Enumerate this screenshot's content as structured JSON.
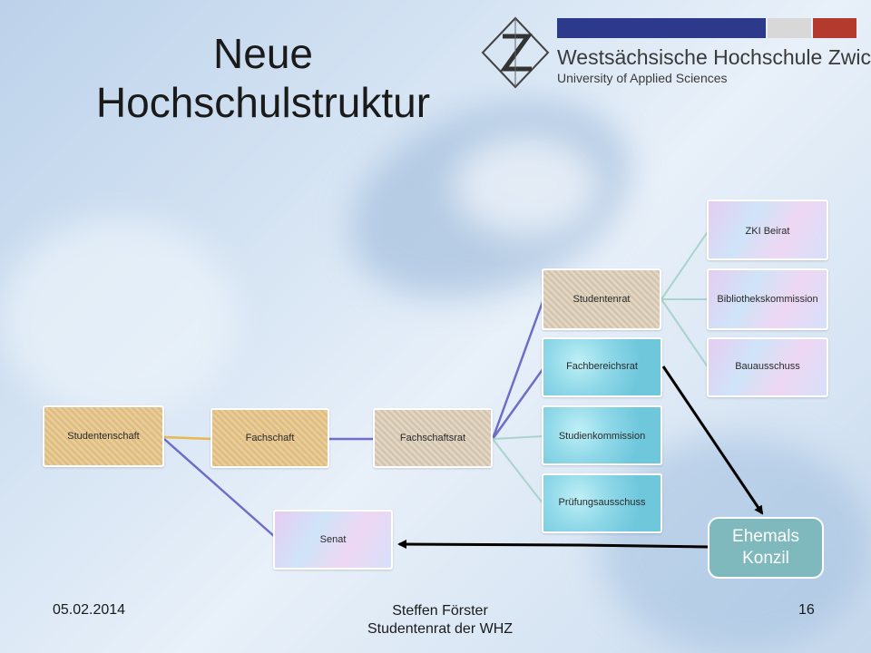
{
  "title": "Neue Hochschulstruktur",
  "logo": {
    "name": "Westsächsische Hochschule Zwickau",
    "subtitle": "University of Applied Sciences",
    "colors": {
      "bar_blue": "#2d3a8c",
      "bar_gray": "#d8d8d8",
      "bar_red": "#b43a2e"
    }
  },
  "nodes": {
    "studentenschaft": "Studentenschaft",
    "fachschaft": "Fachschaft",
    "fachschaftsrat": "Fachschaftsrat",
    "studentenrat": "Studentenrat",
    "fachbereichsrat": "Fachbereichsrat",
    "studienkommission": "Studienkommission",
    "pruefungsausschuss": "Prüfungsausschuss",
    "zki_beirat": "ZKI Beirat",
    "bibliothekskommission": "Bibliothekskommission",
    "bauausschuss": "Bauausschuss",
    "senat": "Senat",
    "ehemals_konzil": "Ehemals Konzil"
  },
  "footer": {
    "date": "05.02.2014",
    "author": "Steffen Förster",
    "org": "Studentenrat der WHZ",
    "page": "16"
  }
}
